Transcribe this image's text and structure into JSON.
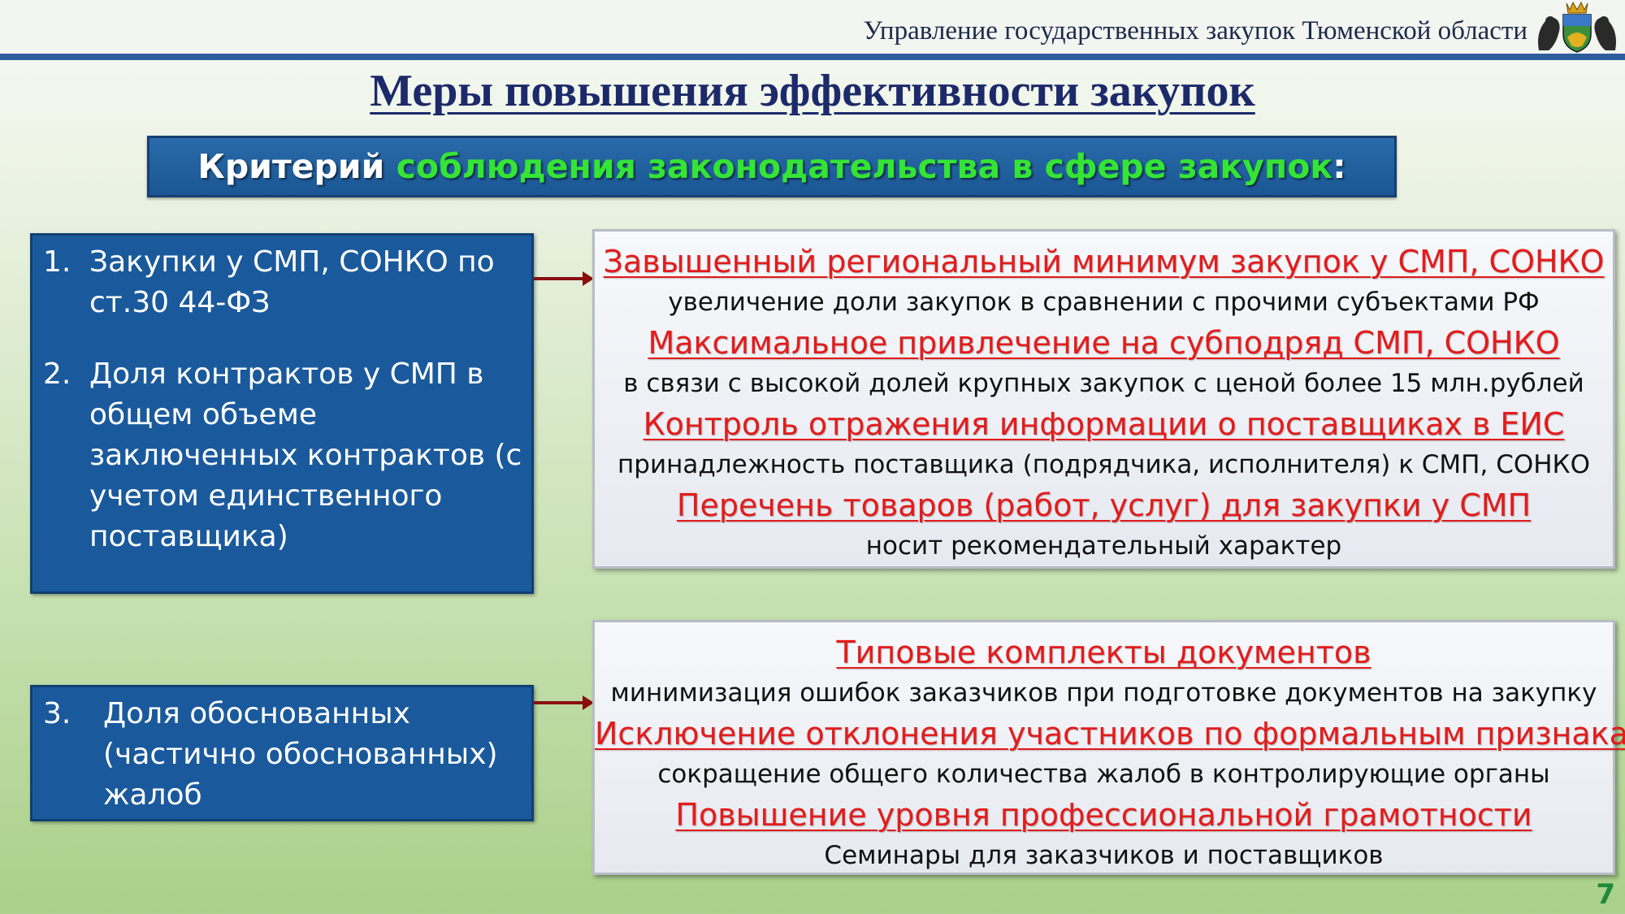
{
  "header": {
    "organization": "Управление государственных закупок Тюменской области",
    "emblem_icon": "tyumen-region-coat-of-arms"
  },
  "title": "Меры повышения эффективности закупок",
  "criterion": {
    "prefix": "Критерий",
    "highlight": "соблюдения законодательства в сфере закупок",
    "suffix": ":",
    "colors": {
      "text": "#ffffff",
      "highlight": "#35e435",
      "background": "#1a5694"
    }
  },
  "criteria": [
    {
      "number": "1.",
      "text": "Закупки у СМП, СОНКО по ст.30 44-ФЗ"
    },
    {
      "number": "2.",
      "text": "Доля контрактов у СМП в общем объеме заключенных контрактов (с учетом единственного поставщика)"
    },
    {
      "number": "3.",
      "text": "Доля обоснованных (частично обоснованных) жалоб"
    }
  ],
  "measures_group_1": [
    {
      "title": "Завышенный региональный минимум закупок у СМП, СОНКО",
      "desc": "увеличение доли закупок в сравнении с прочими субъектами РФ"
    },
    {
      "title": "Максимальное привлечение на субподряд СМП, СОНКО",
      "desc": "в связи с высокой долей крупных закупок с ценой более 15 млн.рублей"
    },
    {
      "title": "Контроль отражения информации о поставщиках в ЕИС",
      "desc": "принадлежность поставщика (подрядчика, исполнителя) к СМП, СОНКО"
    },
    {
      "title": "Перечень товаров (работ, услуг) для закупки у СМП",
      "desc": "носит рекомендательный характер"
    }
  ],
  "measures_group_2": [
    {
      "title": "Типовые комплекты документов",
      "desc": "минимизация ошибок заказчиков при подготовке документов на закупку"
    },
    {
      "title": "Исключение отклонения участников по формальным признакам",
      "desc": "сокращение общего количества жалоб в контролирующие органы"
    },
    {
      "title": "Повышение уровня профессиональной грамотности",
      "desc": "Семинары для заказчиков и поставщиков"
    }
  ],
  "page_number": "7",
  "colors": {
    "accent_red": "#e41b1b",
    "header_rule": "#2e5d9c",
    "box_blue": "#1a5a9c",
    "page_number": "#1f8a3a"
  }
}
